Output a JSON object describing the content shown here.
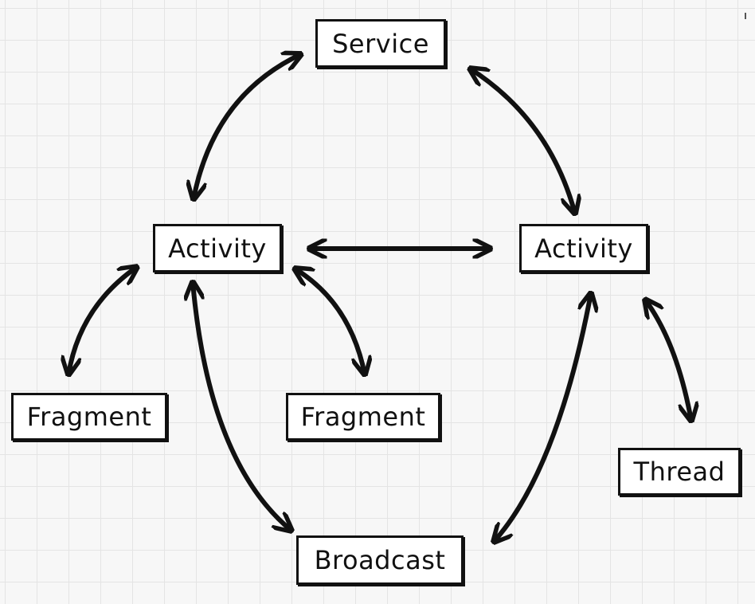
{
  "diagram": {
    "nodes": {
      "service": "Service",
      "activity_left": "Activity",
      "activity_right": "Activity",
      "fragment_left": "Fragment",
      "fragment_middle": "Fragment",
      "thread": "Thread",
      "broadcast": "Broadcast"
    },
    "connections": [
      {
        "from": "service",
        "to": "activity_left",
        "direction": "bidirectional"
      },
      {
        "from": "service",
        "to": "activity_right",
        "direction": "bidirectional"
      },
      {
        "from": "activity_left",
        "to": "activity_right",
        "direction": "bidirectional"
      },
      {
        "from": "activity_left",
        "to": "fragment_left",
        "direction": "bidirectional"
      },
      {
        "from": "activity_left",
        "to": "fragment_middle",
        "direction": "bidirectional"
      },
      {
        "from": "activity_left",
        "to": "broadcast",
        "direction": "bidirectional"
      },
      {
        "from": "activity_right",
        "to": "broadcast",
        "direction": "bidirectional"
      },
      {
        "from": "activity_right",
        "to": "thread",
        "direction": "bidirectional"
      }
    ],
    "colors": {
      "background": "#f7f7f7",
      "grid": "#e4e4e4",
      "stroke": "#111111",
      "node_fill": "#ffffff"
    }
  }
}
